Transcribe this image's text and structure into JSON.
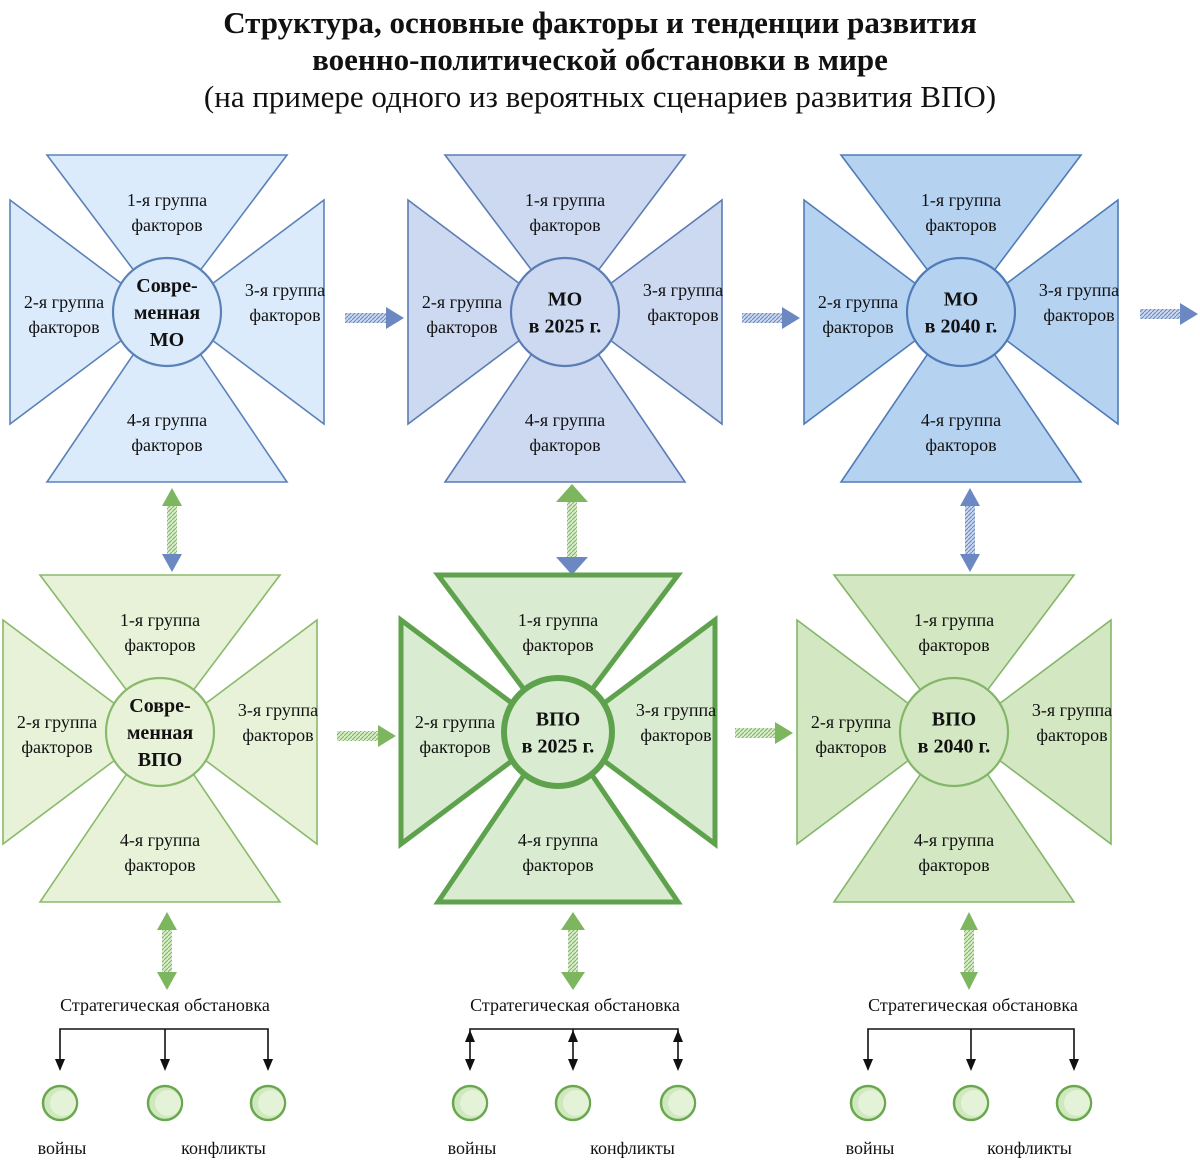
{
  "title": {
    "line1": "Структура, основные факторы и тенденции развития",
    "line2": "военно-политической обстановки в мире",
    "subtitle": "(на примере одного из вероятных сценариев развития ВПО)"
  },
  "factors": {
    "g1": [
      "1-я группа",
      "факторов"
    ],
    "g2": [
      "2-я группа",
      "факторов"
    ],
    "g3": [
      "3-я группа",
      "факторов"
    ],
    "g4": [
      "4-я группа",
      "факторов"
    ]
  },
  "top_row": [
    {
      "center": [
        "Совре-",
        "менная",
        "МО"
      ],
      "fill": "#dcebfb",
      "stroke": "#5b82b8"
    },
    {
      "center": [
        "МО",
        "в 2025 г."
      ],
      "fill": "#cdd9f1",
      "stroke": "#5b7cb4"
    },
    {
      "center": [
        "МО",
        "в 2040 г."
      ],
      "fill": "#b6d2f1",
      "stroke": "#4f7cb8"
    }
  ],
  "bottom_row": [
    {
      "center": [
        "Совре-",
        "менная",
        "ВПО"
      ],
      "fill": "#e8f2d9",
      "stroke": "#89b96a"
    },
    {
      "center": [
        "ВПО",
        "в 2025 г."
      ],
      "fill": "#d9ebd0",
      "stroke": "#5fa24e"
    },
    {
      "center": [
        "ВПО",
        "в 2040 г."
      ],
      "fill": "#d3e7c2",
      "stroke": "#84b669"
    }
  ],
  "strategic": {
    "label": "Стратегическая обстановка",
    "wars": "войны",
    "conflicts": "конфликты",
    "node_fill": "#cfe8bd",
    "node_stroke": "#6aa84f"
  },
  "colors": {
    "arrow_blue": "#6b88c2",
    "arrow_green": "#7db65f"
  }
}
